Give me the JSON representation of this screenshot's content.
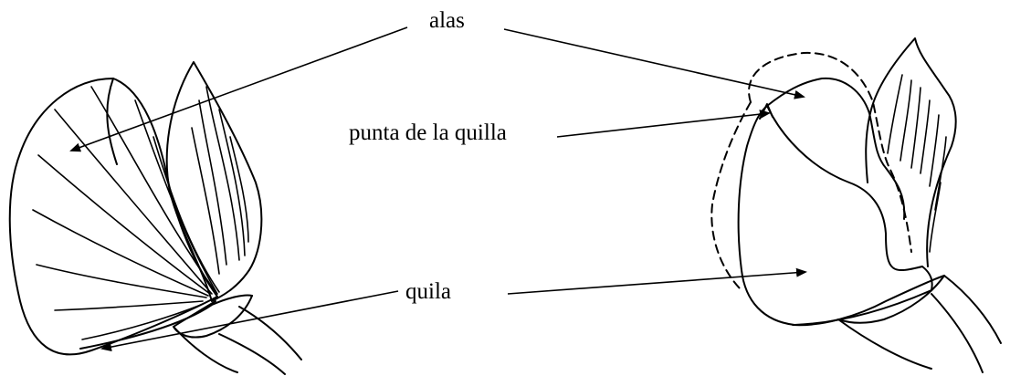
{
  "labels": {
    "alas": "alas",
    "punta": "punta de la quilla",
    "quila": "quila"
  },
  "colors": {
    "ink": "#000000",
    "background": "#ffffff"
  }
}
